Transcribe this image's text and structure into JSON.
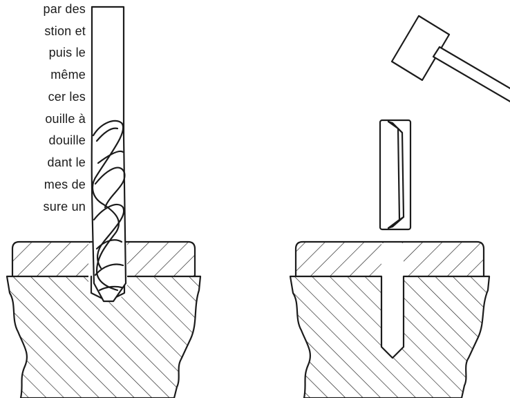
{
  "text_fragment": {
    "lines": [
      "par des",
      "stion et",
      "puis le",
      "même",
      "cer les",
      "ouille à",
      "douille",
      "dant le",
      "mes de",
      "sure un"
    ]
  },
  "colors": {
    "ink": "#1b1b1b",
    "background": "#ffffff"
  },
  "icons": [
    "drill-bit-icon",
    "hammer-icon",
    "dowel-sleeve-icon"
  ]
}
